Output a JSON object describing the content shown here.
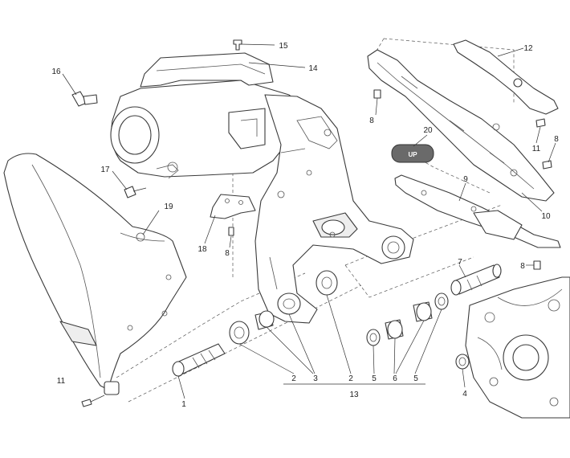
{
  "diagram": {
    "labels": {
      "l1": "1",
      "l2a": "2",
      "l2b": "2",
      "l3": "3",
      "l4": "4",
      "l5a": "5",
      "l5b": "5",
      "l6": "6",
      "l7": "7",
      "l8a": "8",
      "l8b": "8",
      "l8c": "8",
      "l8d": "8",
      "l9": "9",
      "l10": "10",
      "l11a": "11",
      "l11b": "11",
      "l12": "12",
      "l13": "13",
      "l14": "14",
      "l15": "15",
      "l16": "16",
      "l17": "17",
      "l18": "18",
      "l19": "19",
      "l20": "20"
    },
    "sticker_text": "UP"
  }
}
